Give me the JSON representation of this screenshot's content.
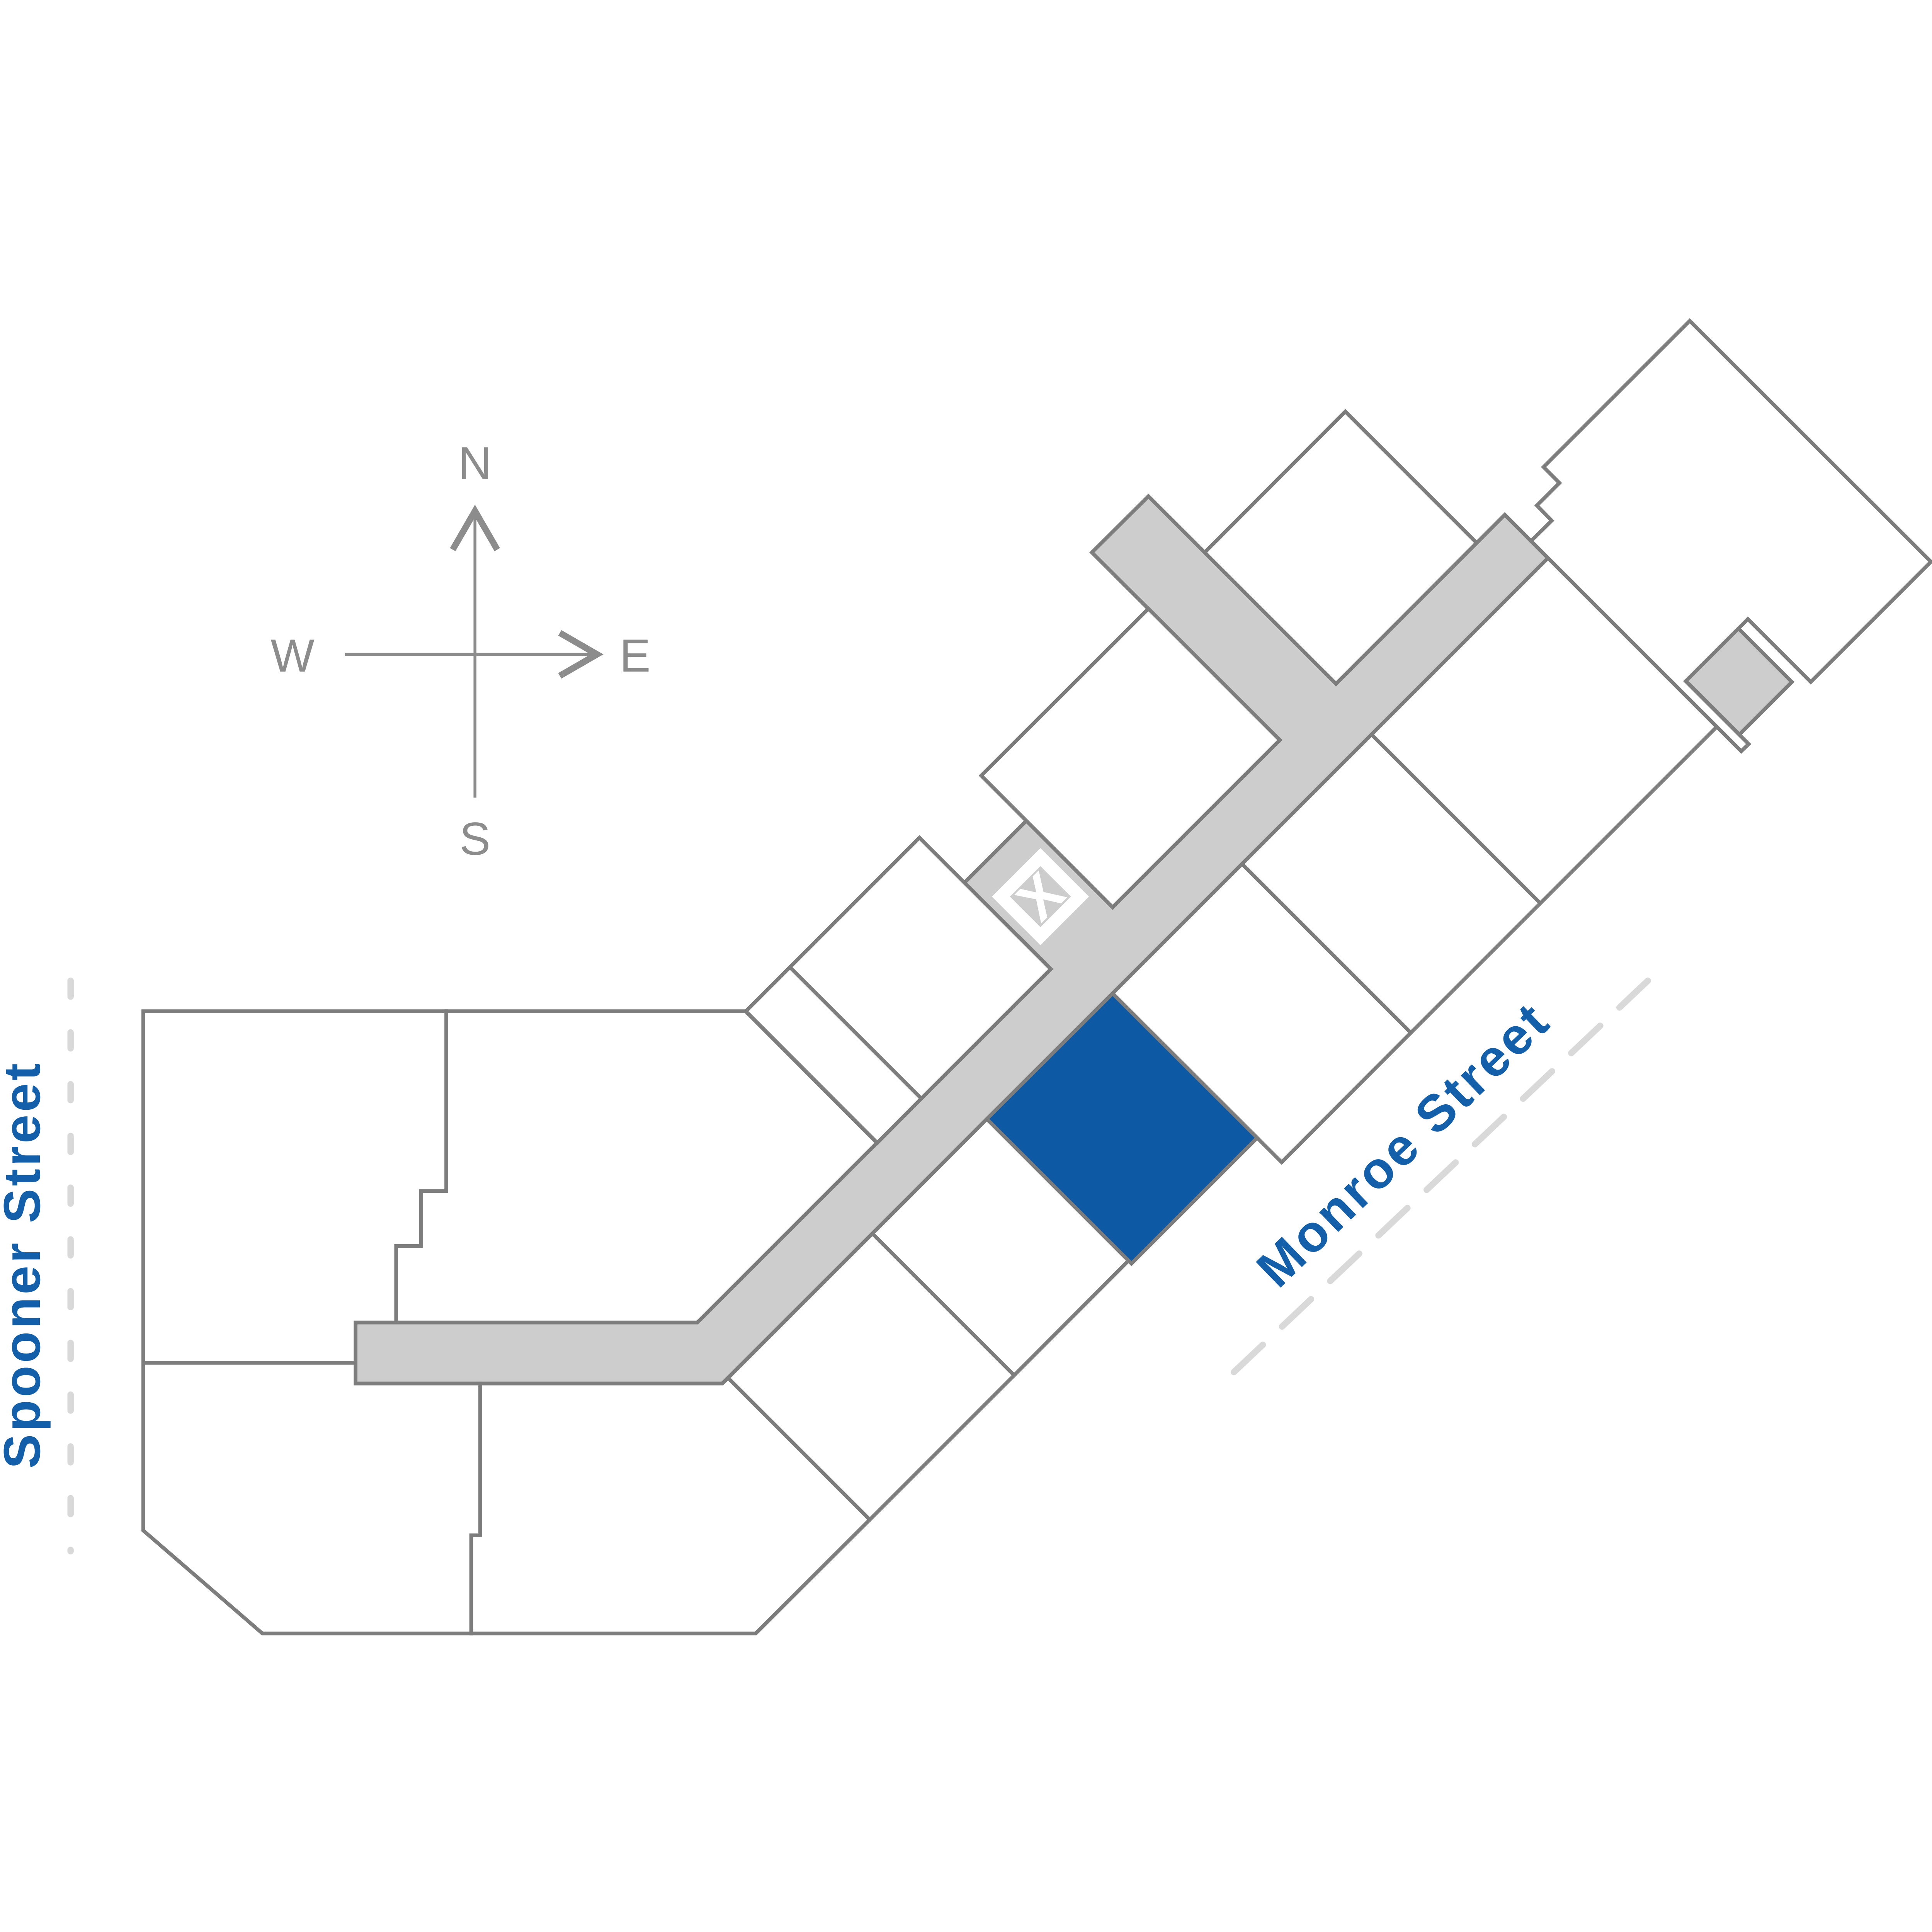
{
  "compass": {
    "north": "N",
    "east": "E",
    "south": "S",
    "west": "W"
  },
  "streets": {
    "spooner": "Spooner Street",
    "monroe": "Monroe Street"
  },
  "marker": {
    "label": "X"
  },
  "colors": {
    "outline": "#7d7d7d",
    "corridor": "#cdcdcd",
    "highlight_blue": "#0e59a3",
    "street_text": "#135fa9",
    "dash": "#d9d9d9",
    "compass": "#8c8c8c",
    "background": "#ffffff"
  }
}
